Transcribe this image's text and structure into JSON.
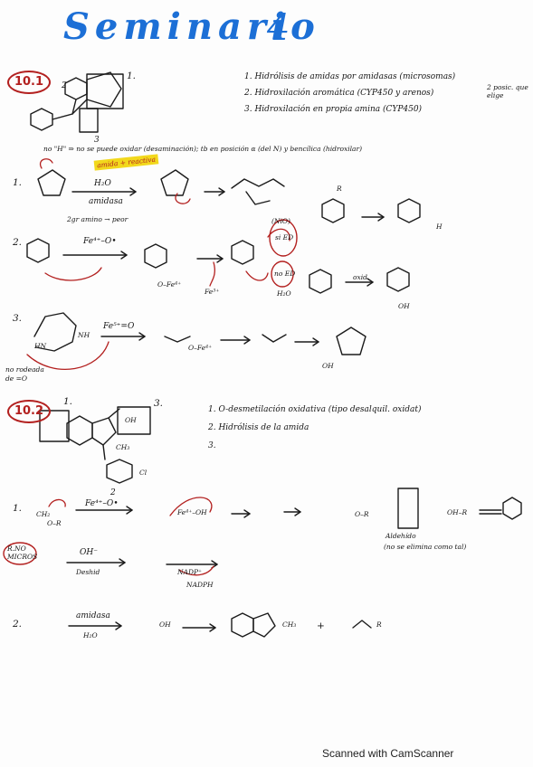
{
  "title": "Seminario",
  "title_number": "4",
  "section1": {
    "label": "10.1",
    "mol_label_1": "1.",
    "mol_label_2": "2",
    "mol_label_3": "3",
    "items": [
      "1. Hidrólisis de amidas por amidasas (microsomas)",
      "2. Hidroxilación aromática (CYP450 y arenos)",
      "3. Hidroxilación en propia amina (CYP450)"
    ],
    "side_note": "2 posic. que elige",
    "note": "no \"H\" ⇒ no se puede oxidar (desaminación); tb en posición α (del N) y bencílica (hidroxilar)",
    "highlight": "amida + reactiva",
    "r1": {
      "step": "1.",
      "reagent": "H₂O",
      "enzyme": "amidasa",
      "note": "2gr amino → peor"
    },
    "r2": {
      "step": "2.",
      "reagent": "Fe⁴⁺–O•",
      "fe3": "Fe³⁺",
      "feo": "O–Fe⁴⁺",
      "nio": "(NiO)",
      "si_ed": "si ED",
      "no_ed": "no ED",
      "water": "H₂O",
      "oxid": "oxid",
      "oh": "OH",
      "r": "R",
      "h": "H"
    },
    "r3": {
      "step": "3.",
      "reagent": "Fe⁵⁺=O",
      "note": "no rodeada de =O",
      "feo": "O–Fe⁴⁺",
      "nh": "NH",
      "hn": "HN",
      "oh": "OH"
    }
  },
  "section2": {
    "label": "10.2",
    "mol_label_1": "1.",
    "mol_label_2": "2",
    "mol_label_3": "3.",
    "mol_ch3": "CH₃",
    "mol_oh": "OH",
    "mol_cl": "Cl",
    "items": [
      "1. O-desmetilación oxidativa (tipo desalquil. oxidat)",
      "2. Hidrólisis de la amida",
      "3."
    ],
    "r1": {
      "step": "1.",
      "reagent": "Fe⁴⁺–O•",
      "fe_oh": "Fe⁴⁺–OH",
      "product": "Aldehído",
      "product_note": "(no se elimina como tal)",
      "or": "O–R",
      "oh_r": "OH–R",
      "ch2": "CH₂"
    },
    "r1b": {
      "tag": "R.NO MICROS",
      "reagent": "OH⁻",
      "note": "Deshid",
      "cofactor": "NADP⁺",
      "cofactor2": "NADPH"
    },
    "r2": {
      "step": "2.",
      "enzyme": "amidasa",
      "reagent": "H₂O",
      "ch3": "CH₃",
      "oh": "OH",
      "r": "R",
      "plus": "+"
    }
  },
  "footer": "Scanned with CamScanner"
}
